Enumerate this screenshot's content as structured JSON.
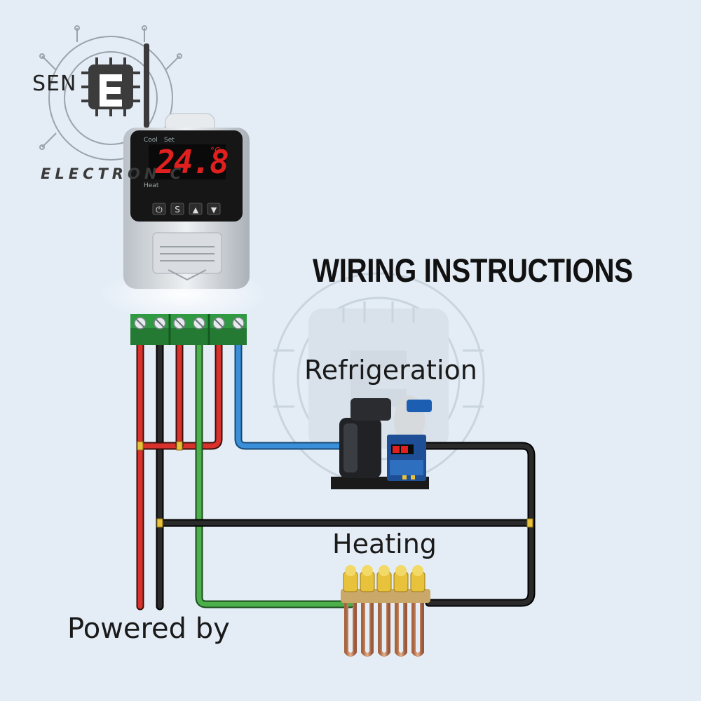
{
  "brand": {
    "top": "SEN",
    "bottom": "ELECTRON C"
  },
  "title": "WIRING INSTRUCTIONS",
  "labels": {
    "refrigeration": "Refrigeration",
    "heating": "Heating",
    "powered_by": "Powered by"
  },
  "display": {
    "cool": "Cool",
    "set": "Set",
    "heat": "Heat",
    "value": "24.8",
    "unit": "°C"
  },
  "buttons": [
    {
      "name": "power-button",
      "icon": "power-icon",
      "glyph": "⏻"
    },
    {
      "name": "set-button",
      "icon": "set-icon",
      "glyph": "S"
    },
    {
      "name": "up-button",
      "icon": "triangle-up-icon",
      "glyph": "▲"
    },
    {
      "name": "down-button",
      "icon": "triangle-down-icon",
      "glyph": "▼"
    }
  ],
  "colors": {
    "background": "#e4edf6",
    "wire_red": "#d9312b",
    "wire_black": "#1e1e1e",
    "wire_green": "#4bb04a",
    "wire_blue": "#3b8fd8",
    "terminal": "#2a8a3a",
    "display_red": "#e0201e"
  }
}
